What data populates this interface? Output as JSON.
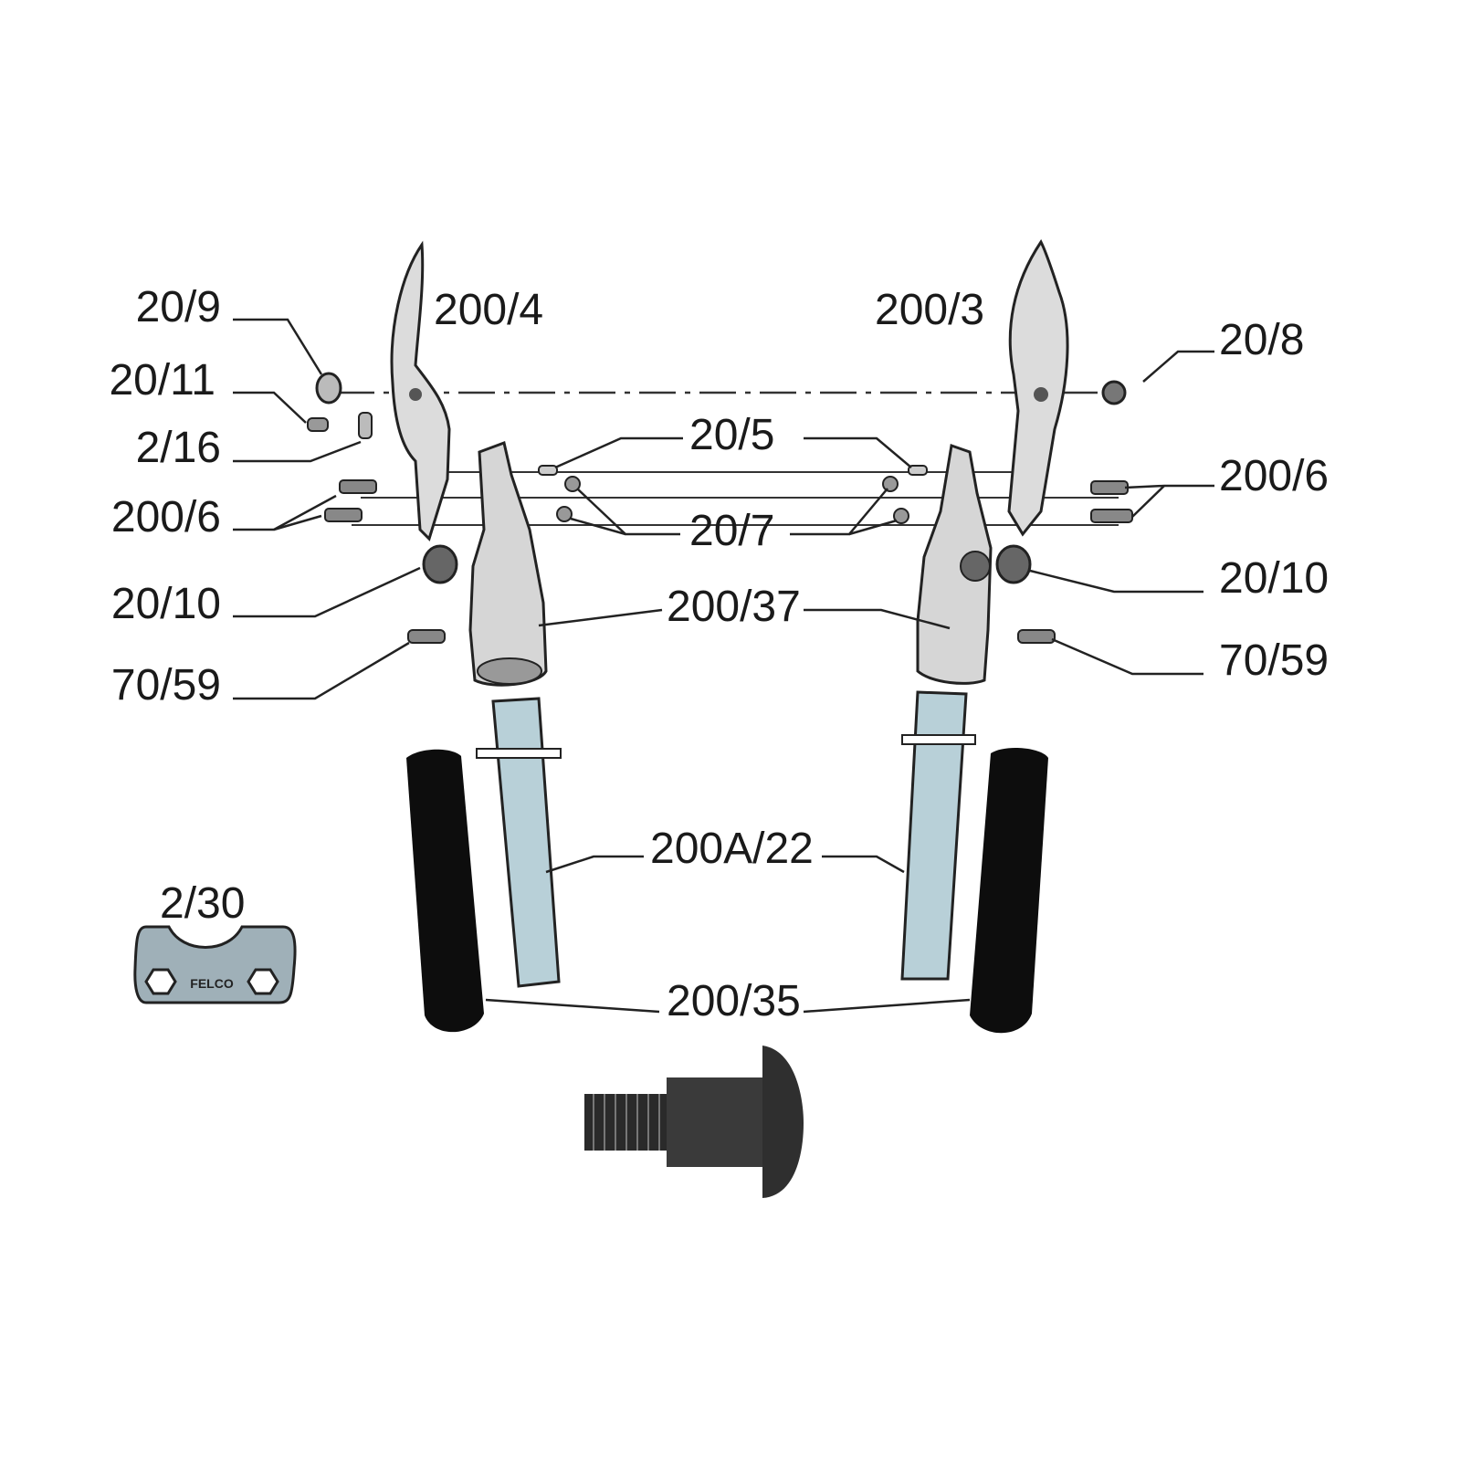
{
  "title": "Exploded parts diagram - pruning shears",
  "colors": {
    "blade": "#dcdcdc",
    "handle": "#d6d6d6",
    "tube": "#b8d0d8",
    "grip": "#0d0d0d",
    "bolt": "#3a3a3a",
    "wrench": "#9fb0b8"
  },
  "labels": {
    "p20_9": "20/9",
    "p20_11": "20/11",
    "p2_16": "2/16",
    "p200_6_left": "200/6",
    "p20_10_left": "20/10",
    "p70_59_left": "70/59",
    "p200_4": "200/4",
    "p200_3": "200/3",
    "p20_8": "20/8",
    "p20_5": "20/5",
    "p200_6_right": "200/6",
    "p20_7": "20/7",
    "p20_10_right": "20/10",
    "p200_37": "200/37",
    "p70_59_right": "70/59",
    "p200A_22": "200A/22",
    "p2_30": "2/30",
    "p200_35": "200/35"
  },
  "wrench_logo": "FELCO"
}
